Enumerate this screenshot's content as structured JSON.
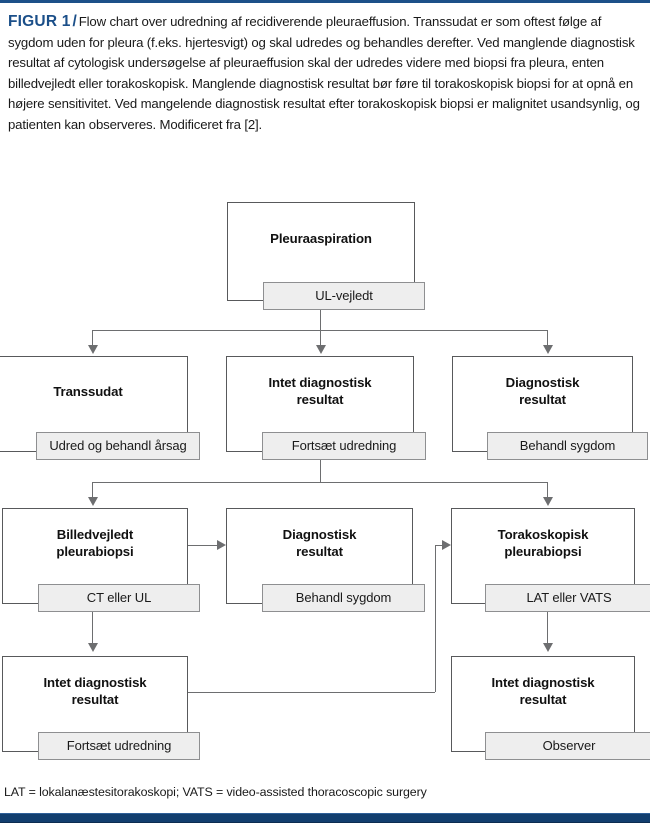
{
  "figure": {
    "label": "FIGUR 1",
    "separator": "/",
    "caption": "Flow chart over udredning af recidiverende pleuraeffusion. Transsudat er som oftest følge af sygdom uden for pleura (f.eks. hjertesvigt) og skal udredes og behandles derefter. Ved manglende diagnostisk resultat af cytologisk undersøgelse af pleuraeffusion skal der udredes videre med biopsi fra pleura, enten billedvejledt eller torakoskopisk. Manglende diagnostisk resultat bør føre til torakoskopisk biopsi for at opnå en højere sensitivitet. Ved mangelende diagnostisk resultat efter torakoskopisk biopsi er malignitet usandsynlig, og patienten kan observeres. Modificeret fra [2]."
  },
  "footnote": "LAT = lokalanæstesitorakoskopi; VATS = video-assisted thoracoscopic surgery",
  "colors": {
    "accent": "#1d5089",
    "figure_label": "#1b4f89",
    "node_border": "#58595b",
    "sub_fill": "#eeeeee",
    "sub_border": "#8e8f91",
    "connector": "#6d6e70",
    "bottom_bar": "#123e6e"
  },
  "chart_data": {
    "type": "flowchart",
    "title": "Flow chart over udredning af recidiverende pleuraeffusion",
    "nodes": [
      {
        "id": "pleuraaspiration",
        "title": "Pleuraaspiration",
        "action": "UL-vejledt",
        "row": 1,
        "col": "center"
      },
      {
        "id": "transsudat",
        "title": "Transsudat",
        "action": "Udred og behandl årsag",
        "row": 2,
        "col": "left"
      },
      {
        "id": "intet-diag-1",
        "title": "Intet diagnostisk resultat",
        "action": "Fortsæt udredning",
        "row": 2,
        "col": "center"
      },
      {
        "id": "diag-1",
        "title": "Diagnostisk resultat",
        "action": "Behandl sygdom",
        "row": 2,
        "col": "right"
      },
      {
        "id": "billedvejledt",
        "title": "Billedvejledt pleurabiopsi",
        "action": "CT eller UL",
        "row": 3,
        "col": "left"
      },
      {
        "id": "diag-2",
        "title": "Diagnostisk resultat",
        "action": "Behandl sygdom",
        "row": 3,
        "col": "center"
      },
      {
        "id": "torakoskopisk",
        "title": "Torakoskopisk pleurabiopsi",
        "action": "LAT eller VATS",
        "row": 3,
        "col": "right"
      },
      {
        "id": "intet-diag-2",
        "title": "Intet diagnostisk resultat",
        "action": "Fortsæt udredning",
        "row": 4,
        "col": "left"
      },
      {
        "id": "intet-diag-3",
        "title": "Intet diagnostisk resultat",
        "action": "Observer",
        "row": 4,
        "col": "right"
      }
    ],
    "edges": [
      {
        "from": "pleuraaspiration",
        "to": "transsudat"
      },
      {
        "from": "pleuraaspiration",
        "to": "intet-diag-1"
      },
      {
        "from": "pleuraaspiration",
        "to": "diag-1"
      },
      {
        "from": "intet-diag-1",
        "to": "billedvejledt"
      },
      {
        "from": "intet-diag-1",
        "to": "torakoskopisk"
      },
      {
        "from": "billedvejledt",
        "to": "diag-2"
      },
      {
        "from": "billedvejledt",
        "to": "intet-diag-2"
      },
      {
        "from": "intet-diag-2",
        "to": "torakoskopisk"
      },
      {
        "from": "torakoskopisk",
        "to": "intet-diag-3"
      }
    ],
    "node_labels": {
      "pleuraaspiration_title": "Pleuraaspiration",
      "pleuraaspiration_action": "UL-vejledt",
      "transsudat_title": "Transsudat",
      "transsudat_action": "Udred og behandl årsag",
      "intet_diag_1_title_line1": "Intet diagnostisk",
      "intet_diag_1_title_line2": "resultat",
      "intet_diag_1_action": "Fortsæt udredning",
      "diag_1_title_line1": "Diagnostisk",
      "diag_1_title_line2": "resultat",
      "diag_1_action": "Behandl sygdom",
      "billedvejledt_title_line1": "Billedvejledt",
      "billedvejledt_title_line2": "pleurabiopsi",
      "billedvejledt_action": "CT eller UL",
      "diag_2_title_line1": "Diagnostisk",
      "diag_2_title_line2": "resultat",
      "diag_2_action": "Behandl sygdom",
      "torakoskopisk_title_line1": "Torakoskopisk",
      "torakoskopisk_title_line2": "pleurabiopsi",
      "torakoskopisk_action": "LAT eller VATS",
      "intet_diag_2_title_line1": "Intet diagnostisk",
      "intet_diag_2_title_line2": "resultat",
      "intet_diag_2_action": "Fortsæt udredning",
      "intet_diag_3_title_line1": "Intet diagnostisk",
      "intet_diag_3_title_line2": "resultat",
      "intet_diag_3_action": "Observer"
    }
  }
}
